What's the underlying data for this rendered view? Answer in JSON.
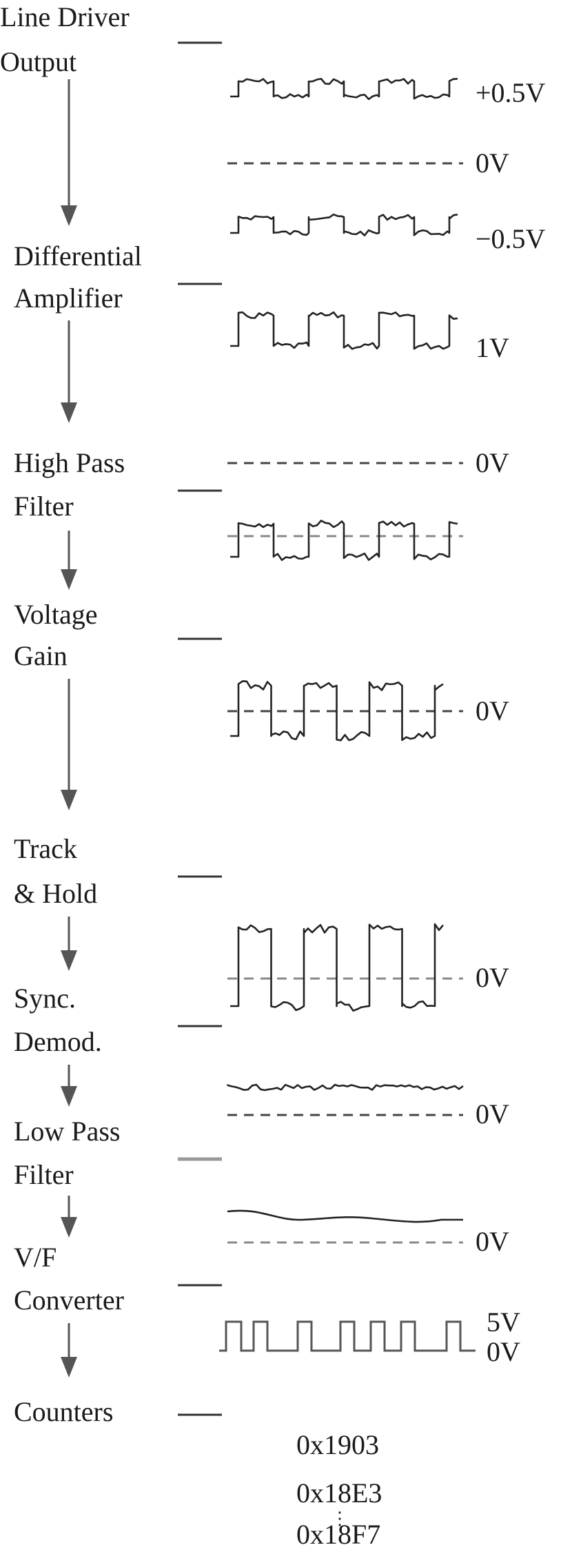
{
  "stages": [
    "Line Driver\nOutput",
    "Differential\nAmplifier",
    "High Pass\nFilter",
    "Voltage\nGain",
    "Track\n& Hold",
    "Sync.\nDemod.",
    "Low Pass\nFilter",
    "V/F\nConverter",
    "Counters"
  ],
  "voltages": {
    "plus_half": "+0.5V",
    "zero_a": "0V",
    "minus_half": "−0.5V",
    "one": "1V",
    "zero_b": "0V",
    "zero_c": "0V",
    "zero_d": "0V",
    "zero_e": "0V",
    "zero_f": "0V",
    "five": "5V",
    "zero_g": "0V"
  },
  "counters": {
    "values": [
      "0x1903",
      "0x18E3",
      "0x18F7"
    ],
    "ellipsis": "⋮"
  }
}
